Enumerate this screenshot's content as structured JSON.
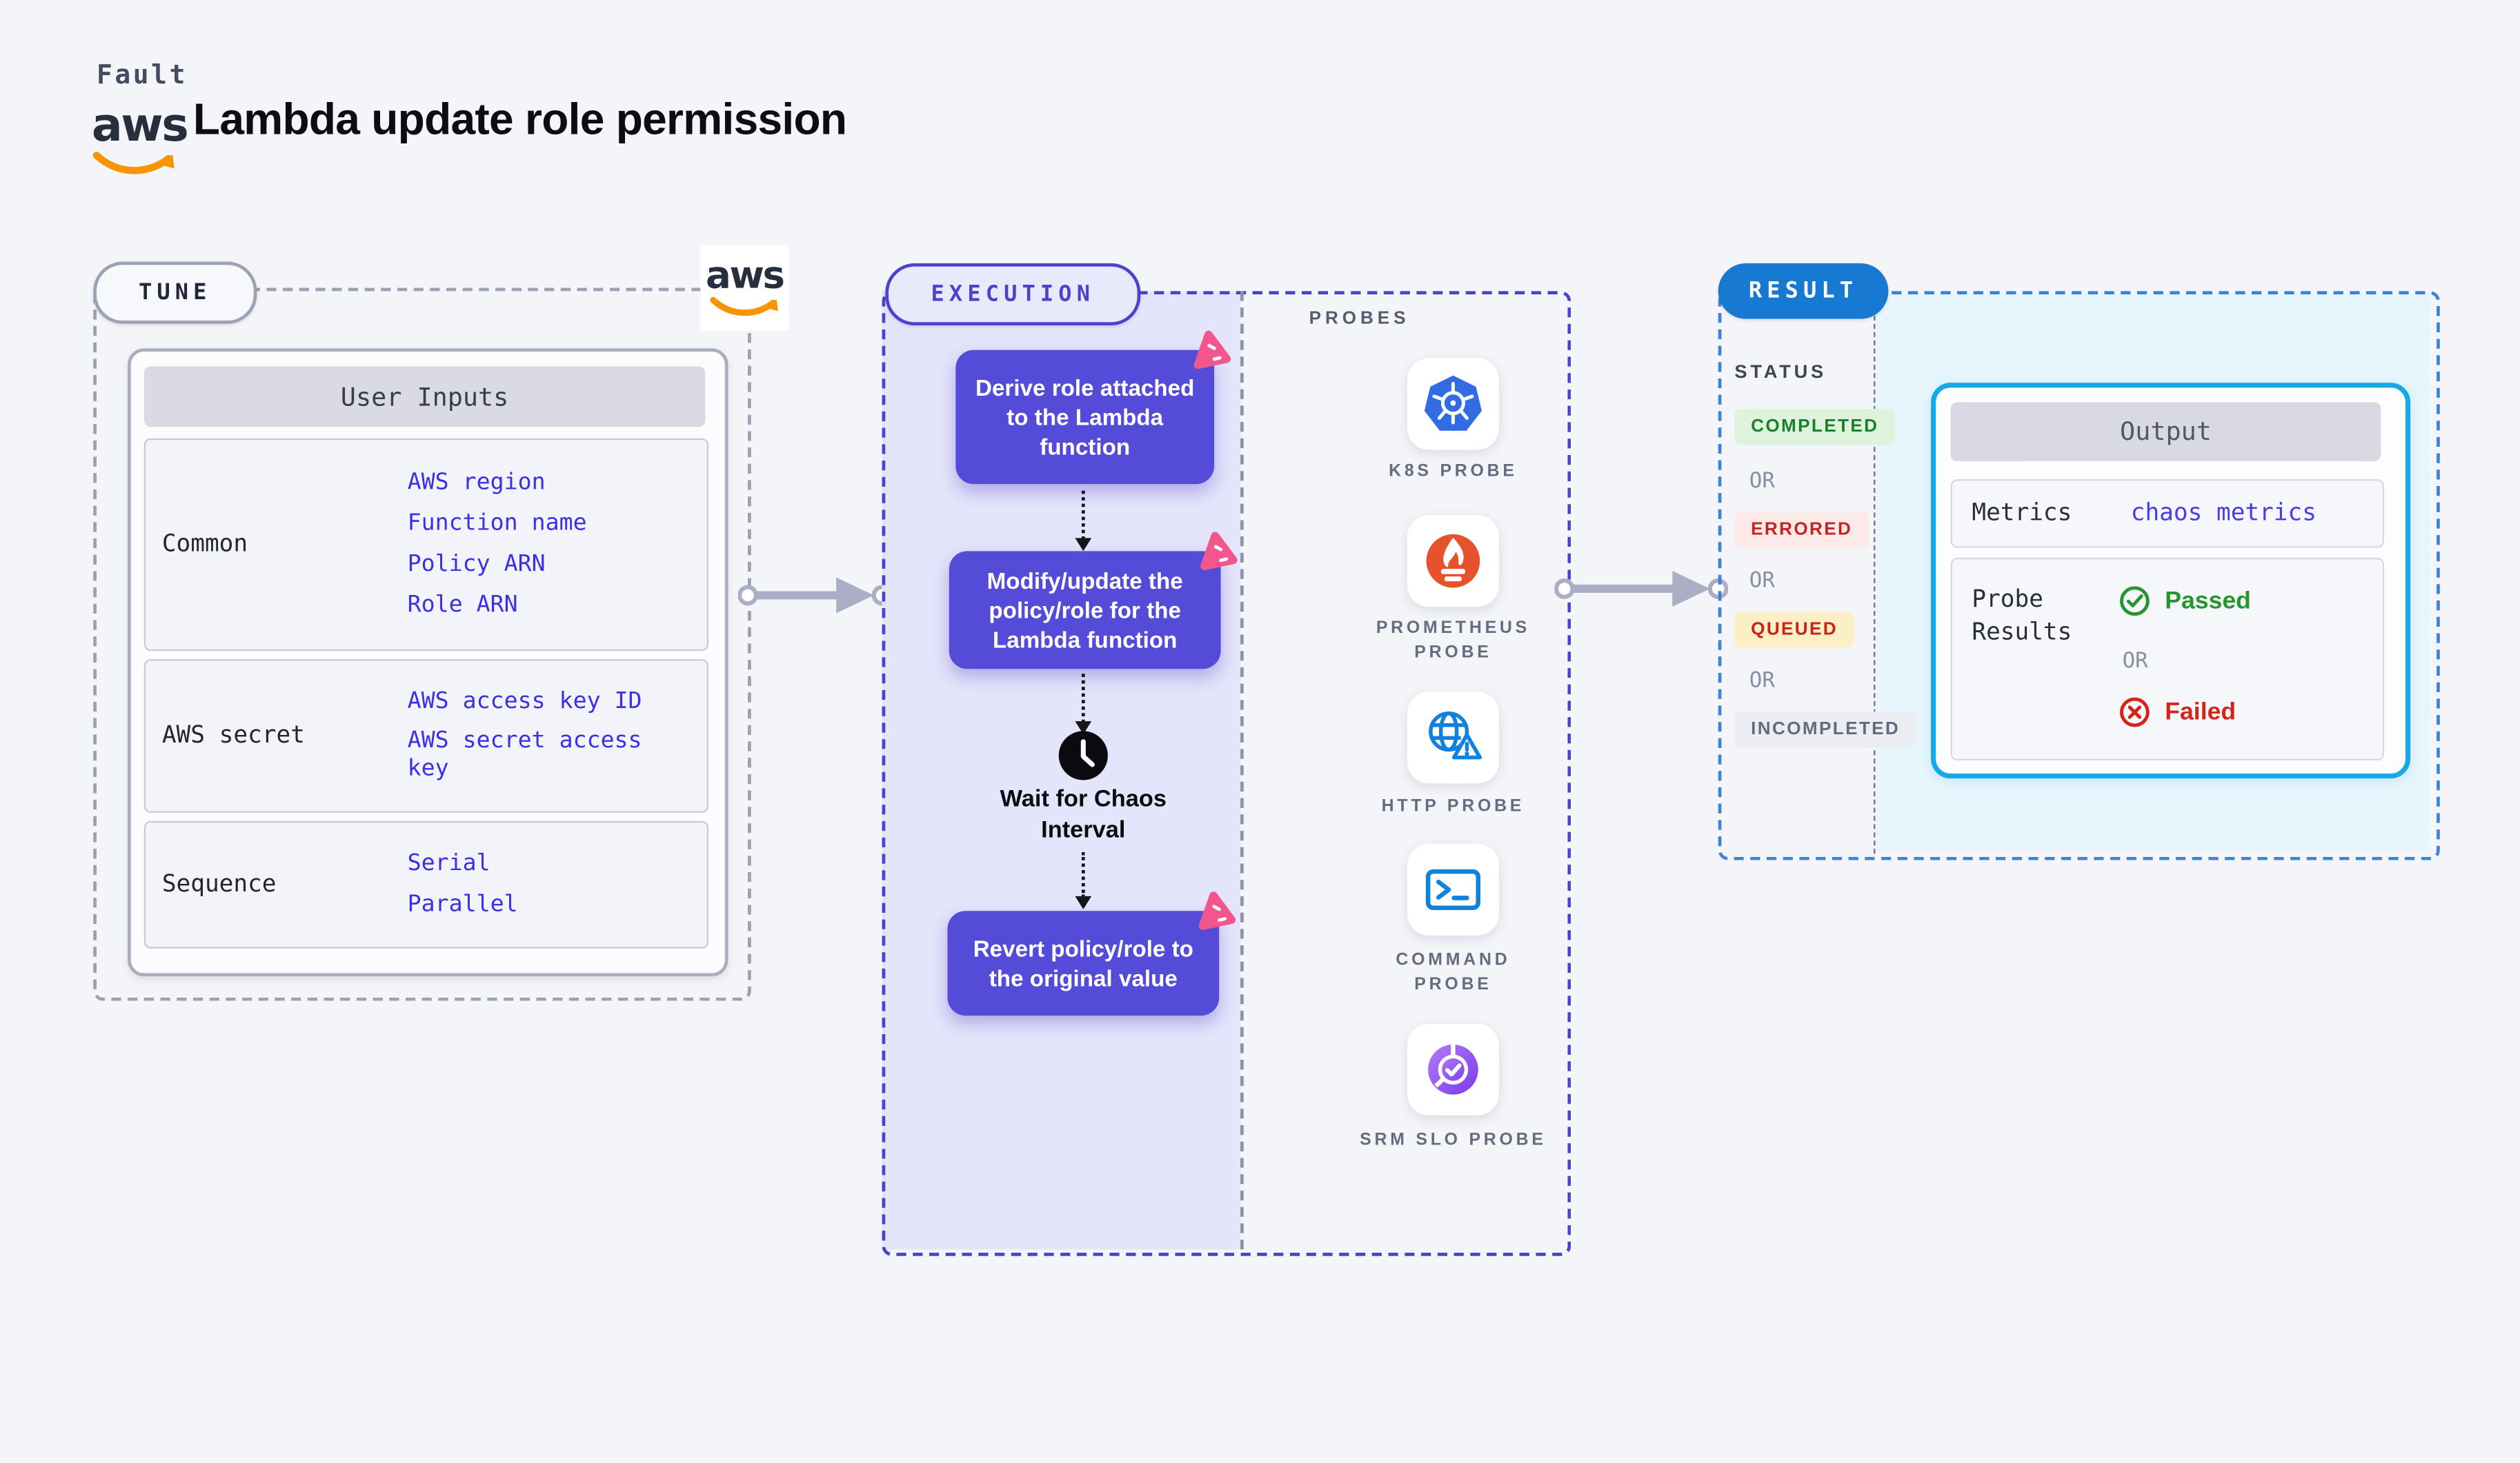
{
  "header": {
    "eyebrow": "Fault",
    "title": "Lambda update role permission"
  },
  "aws": {
    "logo_text": "aws"
  },
  "tune": {
    "badge": "TUNE",
    "table_title": "User Inputs",
    "rows": [
      {
        "label": "Common",
        "values": [
          "AWS region",
          "Function name",
          "Policy ARN",
          "Role ARN"
        ]
      },
      {
        "label": "AWS secret",
        "values": [
          "AWS access key ID",
          "AWS secret access key"
        ]
      },
      {
        "label": "Sequence",
        "values": [
          "Serial",
          "Parallel"
        ]
      }
    ]
  },
  "execution": {
    "badge": "EXECUTION",
    "steps": [
      "Derive role attached to the Lambda function",
      "Modify/update the policy/role for the Lambda function",
      "Revert policy/role to the original value"
    ],
    "wait_label": "Wait for Chaos Interval"
  },
  "probes": {
    "title": "PROBES",
    "items": [
      {
        "label": "K8S PROBE",
        "icon": "kubernetes-icon"
      },
      {
        "label": "PROMETHEUS PROBE",
        "icon": "prometheus-icon"
      },
      {
        "label": "HTTP PROBE",
        "icon": "http-globe-warning-icon"
      },
      {
        "label": "COMMAND PROBE",
        "icon": "terminal-icon"
      },
      {
        "label": "SRM SLO PROBE",
        "icon": "slo-pie-check-icon"
      }
    ]
  },
  "result": {
    "badge": "RESULT",
    "status_title": "STATUS",
    "or_label": "OR",
    "statuses": [
      {
        "label": "COMPLETED",
        "text_color": "#1B7F2C",
        "bg": "#DFF2DC"
      },
      {
        "label": "ERRORED",
        "text_color": "#C62421",
        "bg": "#FBEAE8"
      },
      {
        "label": "QUEUED",
        "text_color": "#C82218",
        "bg": "#FCEEC5"
      },
      {
        "label": "INCOMPLETED",
        "text_color": "#646A80",
        "bg": "#ECEDF3"
      }
    ],
    "output": {
      "title": "Output",
      "metrics_label": "Metrics",
      "metrics_value": "chaos metrics",
      "probe_results_label": "Probe Results",
      "or_label": "OR",
      "passed_label": "Passed",
      "failed_label": "Failed"
    }
  },
  "colors": {
    "page_bg": "#F4F5F9",
    "step_indigo": "#544CD9",
    "execution_panel": "#E4E4FB",
    "execution_dash": "#4A43D0",
    "chaos_pink": "#F2568C",
    "value_blue": "#3E2EE4",
    "result_blue": "#1879D2",
    "output_border_cyan": "#15A9E8",
    "result_cyan_bg": "#E7F6FD",
    "passed_green": "#28962F",
    "failed_red": "#D32617",
    "kubernetes_blue": "#326CE5",
    "prometheus_orange": "#E6522C",
    "probe_icon_blue": "#0E82DD",
    "srm_purple": "#8B4DEF",
    "aws_orange": "#F79400",
    "arrow_gray": "#ACAEC5"
  }
}
